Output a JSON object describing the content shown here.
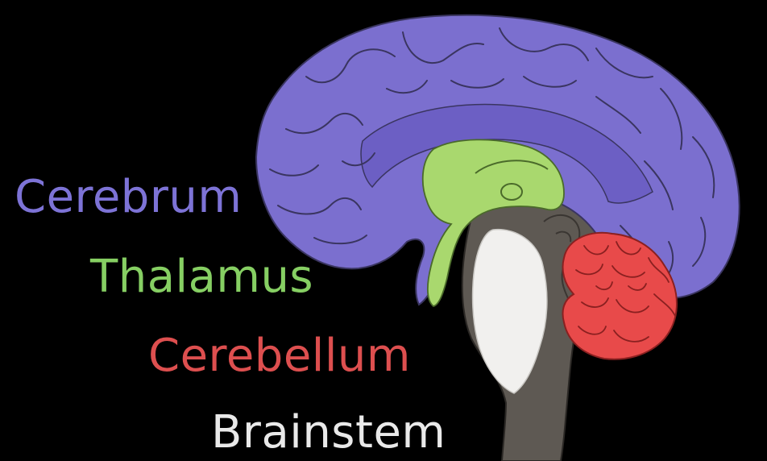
{
  "labels": {
    "cerebrum": "Cerebrum",
    "thalamus": "Thalamus",
    "cerebellum": "Cerebellum",
    "brainstem": "Brainstem"
  },
  "colors": {
    "background": "#000000",
    "cerebrum": "#7b6fcf",
    "cerebrum_inner": "#6c5fc4",
    "cerebrum_label": "#7d73d6",
    "thalamus": "#a9d86e",
    "thalamus_label": "#86cf63",
    "cerebellum": "#e84a4a",
    "cerebellum_label": "#dd4f4f",
    "brainstem": "#5e5953",
    "brainstem_light": "#f1f0ee",
    "brainstem_label": "#e9e9e9",
    "outline": "#3a3560"
  },
  "regions": [
    "cerebrum",
    "thalamus",
    "cerebellum",
    "brainstem"
  ]
}
